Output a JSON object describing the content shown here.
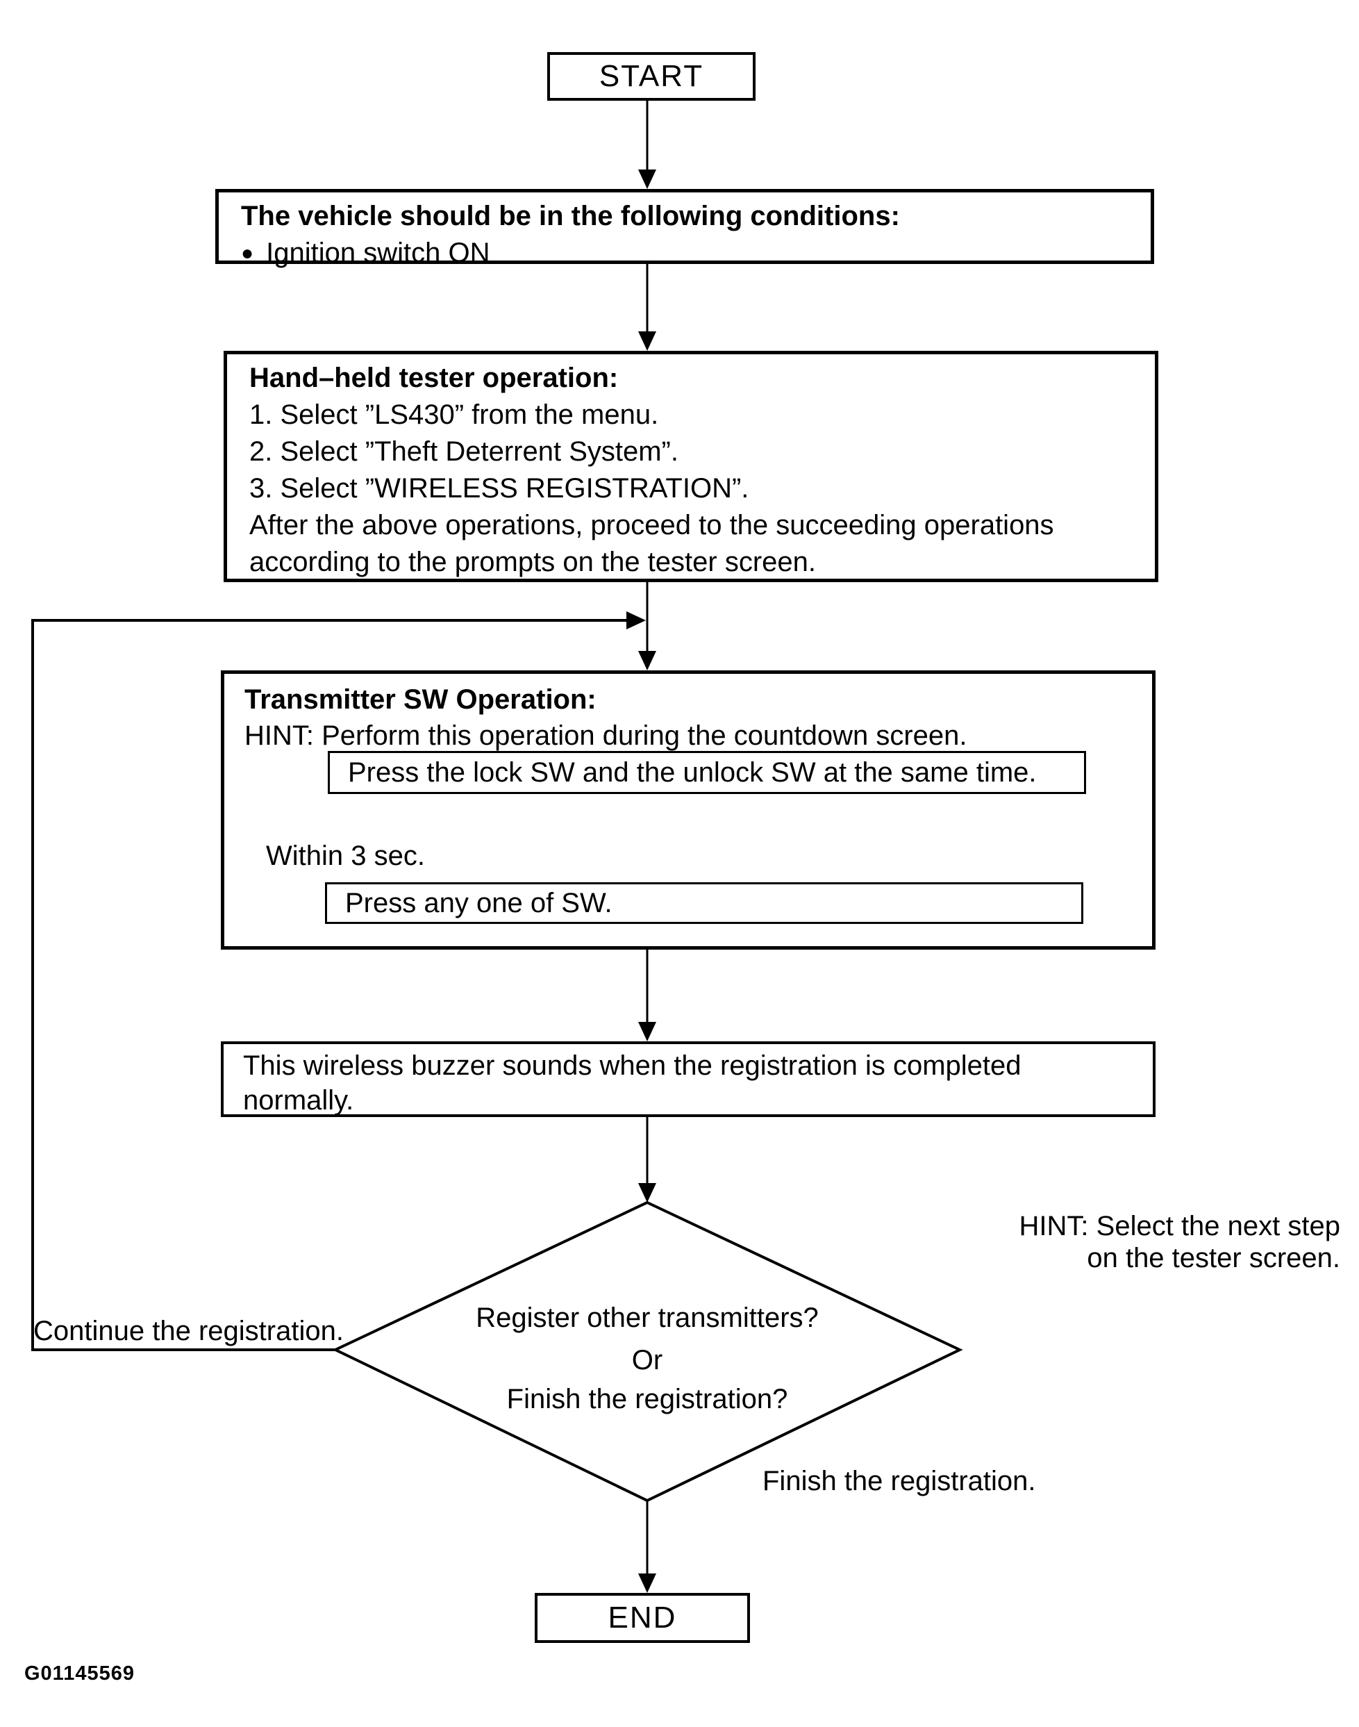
{
  "page": {
    "background": "#ffffff",
    "ink": "#000000",
    "figure_id": "G01145569"
  },
  "flowchart": {
    "start": {
      "label": "START"
    },
    "conditions": {
      "title": "The vehicle should be in the following conditions:",
      "bullet_glyph": "●",
      "items": [
        "Ignition switch ON"
      ]
    },
    "tester": {
      "title": "Hand–held tester operation:",
      "steps": [
        "1. Select ”LS430” from the menu.",
        "2. Select ”Theft Deterrent System”.",
        "3. Select ”WIRELESS REGISTRATION”."
      ],
      "note_lines": [
        "After the above operations, proceed to the succeeding operations",
        "according to the prompts on the tester screen."
      ]
    },
    "transmitter": {
      "title": "Transmitter SW Operation:",
      "hint": "HINT: Perform this operation during the countdown screen.",
      "step1": "Press the lock SW and the unlock SW at the same time.",
      "interval_label": "Within 3 sec.",
      "step2": "Press any one of SW."
    },
    "buzzer": {
      "lines": [
        "This wireless buzzer sounds when the registration is completed",
        "normally."
      ]
    },
    "decision": {
      "lines": [
        "Register other transmitters?",
        "Or",
        "Finish the registration?"
      ],
      "hint_lines": [
        "HINT: Select the next step",
        "on the tester screen."
      ],
      "loop_label": "Continue the registration.",
      "finish_label": "Finish the registration."
    },
    "end": {
      "label": "END"
    }
  }
}
